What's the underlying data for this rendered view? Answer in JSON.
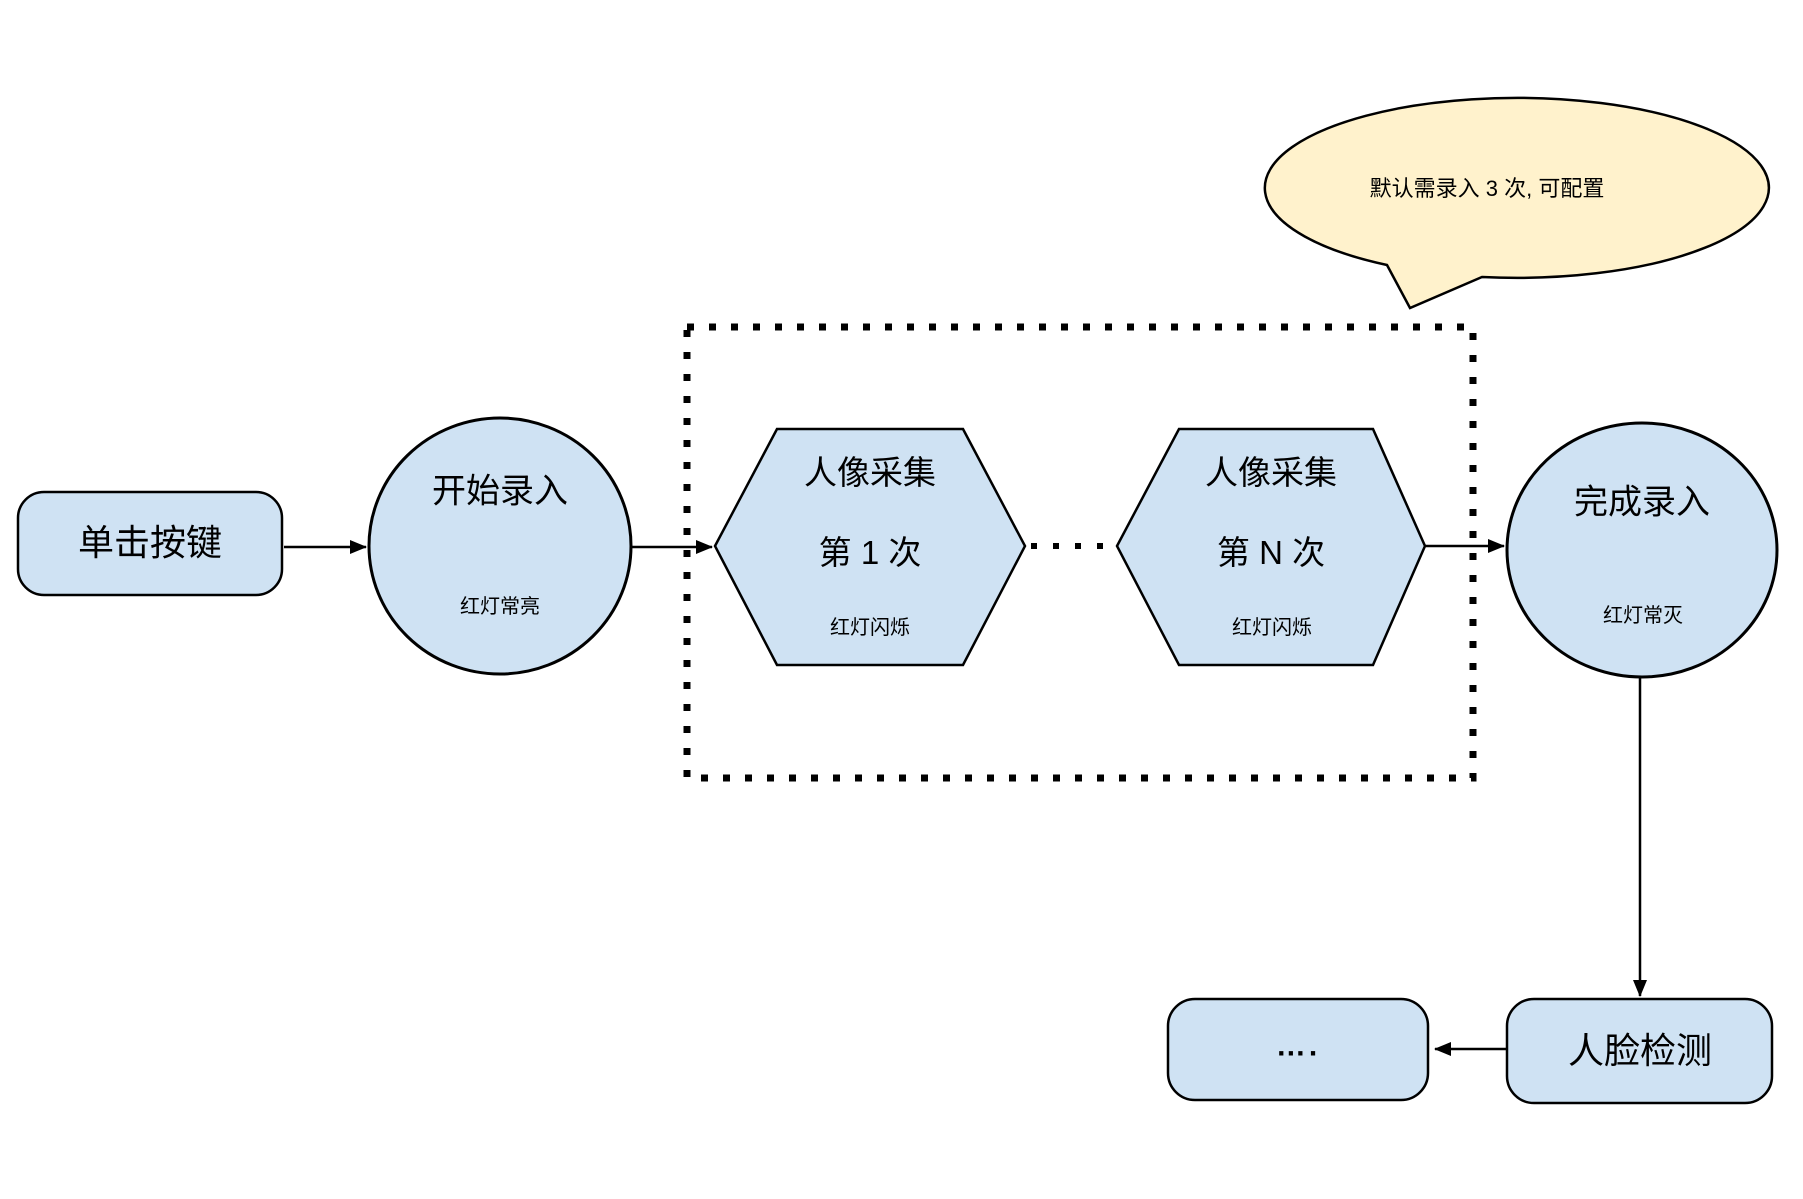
{
  "diagram": {
    "colors": {
      "node_fill": "#cfe2f3",
      "node_stroke": "#000000",
      "note_fill": "#fff2cc",
      "line": "#000000",
      "background": "#ffffff"
    },
    "note_bubble": {
      "text": "默认需录入 3 次, 可配置"
    },
    "nodes": {
      "click_button": {
        "label": "单击按键"
      },
      "start_enroll": {
        "title": "开始录入",
        "status": "红灯常亮"
      },
      "capture_first": {
        "title": "人像采集",
        "count": "第 1 次",
        "status": "红灯闪烁"
      },
      "capture_nth": {
        "title": "人像采集",
        "count": "第 N 次",
        "status": "红灯闪烁"
      },
      "finish_enroll": {
        "title": "完成录入",
        "status": "红灯常灭"
      },
      "face_detect": {
        "label": "人脸检测"
      },
      "placeholder": {
        "label": "…."
      }
    }
  }
}
